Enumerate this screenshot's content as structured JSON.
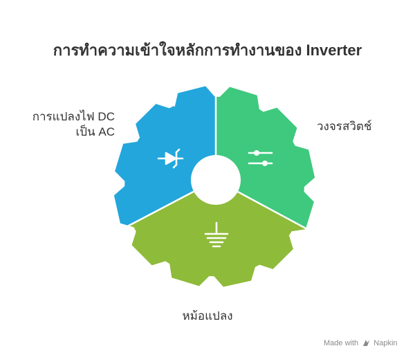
{
  "title": "การทำความเข้าใจหลักการทำงานของ Inverter",
  "segments": [
    {
      "label_line1": "การแปลงไฟ DC",
      "label_line2": "เป็น AC",
      "icon": "diode-icon",
      "color": "#22a6dc"
    },
    {
      "label": "วงจรสวิตช์",
      "icon": "switch-slider-icon",
      "color": "#3ec97e"
    },
    {
      "label": "หม้อแปลง",
      "icon": "ground-icon",
      "color": "#8fbb3a"
    }
  ],
  "footer": {
    "made_with": "Made with",
    "brand": "Napkin"
  }
}
